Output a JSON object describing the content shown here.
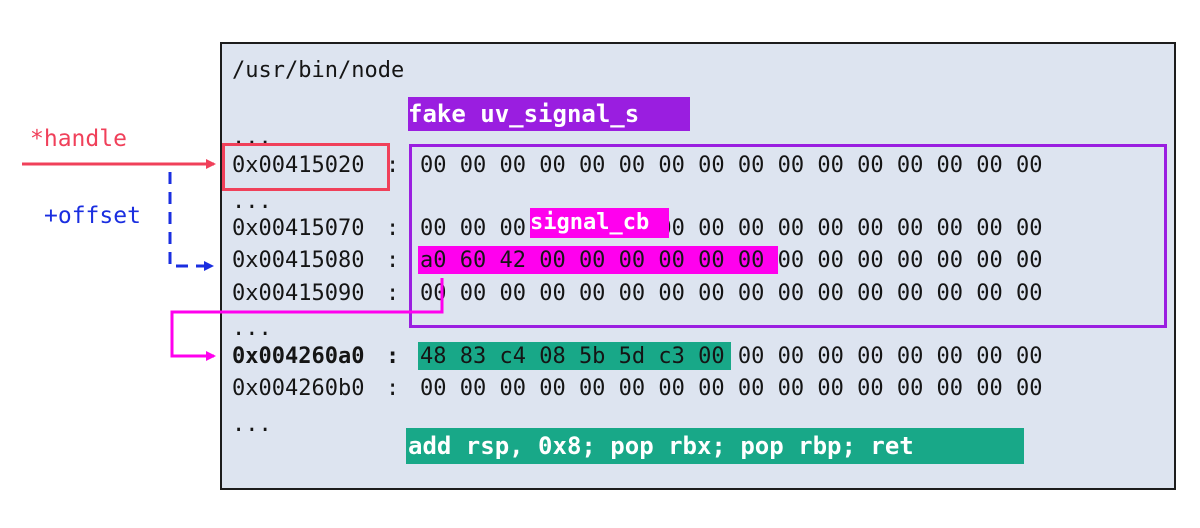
{
  "title": "/usr/bin/node",
  "labels": {
    "fake_struct": "fake uv_signal_s",
    "signal_cb": "signal_cb",
    "gadget": "add rsp, 0x8; pop rbx; pop rbp; ret",
    "handle": "*handle",
    "offset": "+offset"
  },
  "ellipsis": "...",
  "rows": [
    {
      "addr": "0x00415020",
      "colon": ":",
      "bytes": "00 00 00 00 00 00 00 00 00 00 00 00 00 00 00 00"
    },
    {
      "addr": "0x00415070",
      "colon": ":",
      "bytes": "00 00 00 00 00 00 00 00 00 00 00 00 00 00 00 00"
    },
    {
      "addr": "0x00415080",
      "colon": ":",
      "bytes": "a0 60 42 00 00 00 00 00 00 00 00 00 00 00 00 00"
    },
    {
      "addr": "0x00415090",
      "colon": ":",
      "bytes": "00 00 00 00 00 00 00 00 00 00 00 00 00 00 00 00"
    },
    {
      "addr": "0x004260a0",
      "colon": ":",
      "bytes": "48 83 c4 08 5b 5d c3 00 00 00 00 00 00 00 00 00"
    },
    {
      "addr": "0x004260b0",
      "colon": ":",
      "bytes": "00 00 00 00 00 00 00 00 00 00 00 00 00 00 00 00"
    }
  ],
  "colors": {
    "panel_bg": "#dde4f0",
    "purple": "#9a1ee0",
    "magenta": "#ff00ee",
    "teal": "#18a888",
    "red": "#f0405a",
    "blue": "#1a2ee0"
  }
}
